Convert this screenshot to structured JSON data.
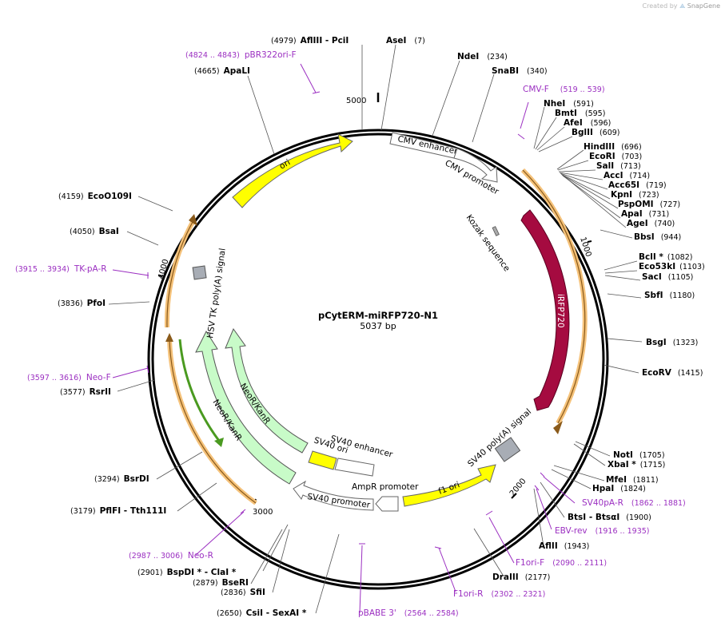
{
  "credit": {
    "prefix": "Created by",
    "brand": "SnapGene"
  },
  "plasmid": {
    "name": "pCytERM-miRFP720-N1",
    "size_label": "5037 bp",
    "length": 5037
  },
  "ticks": [
    "1000",
    "2000",
    "3000",
    "4000",
    "5000"
  ],
  "colors": {
    "yellow": "#ffff00",
    "darkred": "#a50b40",
    "green_light": "#c8fbc8",
    "orange": "#f5a623",
    "primer": "#9b2fc1",
    "gray": "#a8adb5"
  },
  "features": [
    {
      "name": "CMV enhancer",
      "label": "CMV enhancer"
    },
    {
      "name": "CMV promoter",
      "label": "CMV promoter"
    },
    {
      "name": "Kozak sequence",
      "label": "Kozak sequence"
    },
    {
      "name": "iRFP720",
      "label": "iRFP720"
    },
    {
      "name": "SV40 poly(A) signal",
      "label": "SV40 poly(A) signal"
    },
    {
      "name": "f1 ori",
      "label": "f1 ori"
    },
    {
      "name": "AmpR promoter",
      "label": "AmpR promoter"
    },
    {
      "name": "SV40 promoter",
      "label": "SV40 promoter"
    },
    {
      "name": "SV40 ori",
      "label": "SV40 ori"
    },
    {
      "name": "SV40 enhancer",
      "label": "SV40 enhancer"
    },
    {
      "name": "NeoR/KanR outer",
      "label": "NeoR/KanR"
    },
    {
      "name": "NeoR/KanR inner",
      "label": "NeoR/KanR"
    },
    {
      "name": "HSV TK poly(A) signal",
      "label": "HSV TK poly(A) signal"
    },
    {
      "name": "ori",
      "label": "ori"
    }
  ],
  "sites": [
    {
      "name": "AflIII  - PciI",
      "pos": "(4979)"
    },
    {
      "name": "AseI",
      "pos": "(7)"
    },
    {
      "name": "NdeI",
      "pos": "(234)"
    },
    {
      "name": "SnaBI",
      "pos": "(340)"
    },
    {
      "name": "ApaLI",
      "pos": "(4665)"
    },
    {
      "name": "NheI",
      "pos": "(591)"
    },
    {
      "name": "BmtI",
      "pos": "(595)"
    },
    {
      "name": "AfeI",
      "pos": "(596)"
    },
    {
      "name": "BglII",
      "pos": "(609)"
    },
    {
      "name": "HindIII",
      "pos": "(696)"
    },
    {
      "name": "EcoRI",
      "pos": "(703)"
    },
    {
      "name": "SalI",
      "pos": "(713)"
    },
    {
      "name": "AccI",
      "pos": "(714)"
    },
    {
      "name": "Acc65I",
      "pos": "(719)"
    },
    {
      "name": "KpnI",
      "pos": "(723)"
    },
    {
      "name": "PspOMI",
      "pos": "(727)"
    },
    {
      "name": "ApaI",
      "pos": "(731)"
    },
    {
      "name": "AgeI",
      "pos": "(740)"
    },
    {
      "name": "BbsI",
      "pos": "(944)"
    },
    {
      "name": "BclI *",
      "pos": "(1082)"
    },
    {
      "name": "Eco53kI",
      "pos": "(1103)"
    },
    {
      "name": "SacI",
      "pos": "(1105)"
    },
    {
      "name": "SbfI",
      "pos": "(1180)"
    },
    {
      "name": "BsgI",
      "pos": "(1323)"
    },
    {
      "name": "EcoRV",
      "pos": "(1415)"
    },
    {
      "name": "NotI",
      "pos": "(1705)"
    },
    {
      "name": "XbaI *",
      "pos": "(1715)"
    },
    {
      "name": "MfeI",
      "pos": "(1811)"
    },
    {
      "name": "HpaI",
      "pos": "(1824)"
    },
    {
      "name": "BtsI  - BtsαI",
      "pos": "(1900)"
    },
    {
      "name": "AflII",
      "pos": "(1943)"
    },
    {
      "name": "DraIII",
      "pos": "(2177)"
    },
    {
      "name": "EcoO109I",
      "pos": "(4159)"
    },
    {
      "name": "BsaI",
      "pos": "(4050)"
    },
    {
      "name": "PfoI",
      "pos": "(3836)"
    },
    {
      "name": "RsrII",
      "pos": "(3577)"
    },
    {
      "name": "BsrDI",
      "pos": "(3294)"
    },
    {
      "name": "PflFI  - Tth111I",
      "pos": "(3179)"
    },
    {
      "name": "BspDI *  - ClaI *",
      "pos": "(2901)"
    },
    {
      "name": "BseRI",
      "pos": "(2879)"
    },
    {
      "name": "SfiI",
      "pos": "(2836)"
    },
    {
      "name": "CsiI  - SexAI *",
      "pos": "(2650)"
    }
  ],
  "primers": [
    {
      "name": "pBR322ori-F",
      "pos": "(4824 .. 4843)"
    },
    {
      "name": "CMV-F",
      "pos": "(519 .. 539)"
    },
    {
      "name": "TK-pA-R",
      "pos": "(3915 .. 3934)"
    },
    {
      "name": "Neo-F",
      "pos": "(3597 .. 3616)"
    },
    {
      "name": "SV40pA-R",
      "pos": "(1862 .. 1881)"
    },
    {
      "name": "EBV-rev",
      "pos": "(1916 .. 1935)"
    },
    {
      "name": "F1ori-F",
      "pos": "(2090 .. 2111)"
    },
    {
      "name": "Neo-R",
      "pos": "(2987 .. 3006)"
    },
    {
      "name": "F1ori-R",
      "pos": "(2302 .. 2321)"
    },
    {
      "name": "pBABE 3'",
      "pos": "(2564 .. 2584)"
    }
  ]
}
